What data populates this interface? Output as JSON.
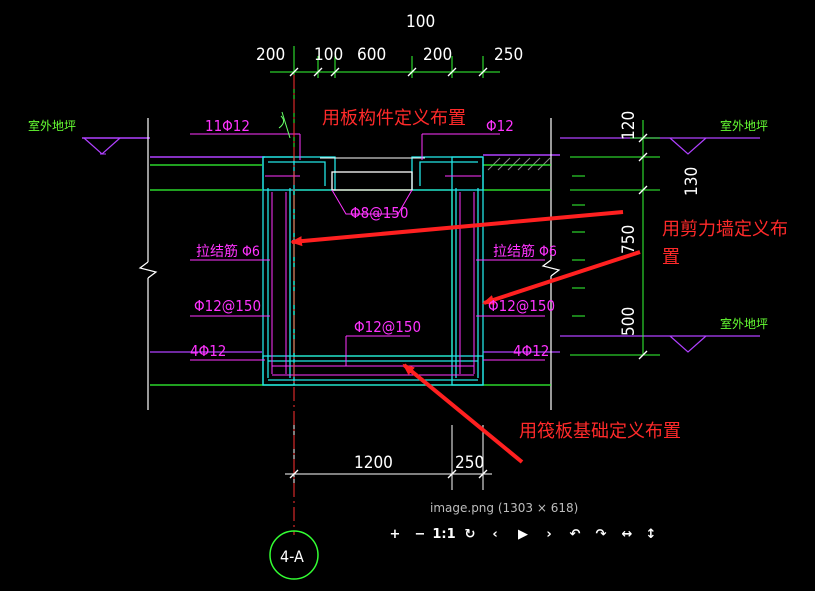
{
  "dimensions": {
    "top_overall": "100",
    "top_left": "200",
    "top_a": "100",
    "top_b": "600",
    "top_c": "200",
    "top_d": "250",
    "right_top": "120",
    "right_mid1": "130",
    "right_mid2": "750",
    "right_bot": "500",
    "bottom_main": "1200",
    "bottom_side": "250"
  },
  "rebar": {
    "top_left": "11Φ12",
    "top_right": "Φ12",
    "slab_opening": "Φ8@150",
    "left_tie": "拉结筋 Φ6",
    "right_tie": "拉结筋 Φ6",
    "left_wall": "Φ12@150",
    "right_wall": "Φ12@150",
    "base": "Φ12@150",
    "left_corner": "4Φ12",
    "right_corner": "4Φ12"
  },
  "ground_labels": {
    "left": "室外地坪",
    "right_top": "室外地坪",
    "right_bottom": "室外地坪"
  },
  "annotations": {
    "slab": "用板构件定义布置",
    "shear_wall_line1": "用剪力墙定义布",
    "shear_wall_line2": "置",
    "raft": "用筏板基础定义布置"
  },
  "section_marker": "4-A",
  "viewer": {
    "caption": "image.png (1303 × 618)",
    "tools": [
      {
        "name": "zoom-in-icon",
        "glyph": "+"
      },
      {
        "name": "zoom-out-icon",
        "glyph": "−"
      },
      {
        "name": "actual-size-button",
        "glyph": "1:1"
      },
      {
        "name": "reset-icon",
        "glyph": "↻"
      },
      {
        "name": "previous-icon",
        "glyph": "‹"
      },
      {
        "name": "play-icon",
        "glyph": "▶"
      },
      {
        "name": "next-icon",
        "glyph": "›"
      },
      {
        "name": "rotate-left-icon",
        "glyph": "↶"
      },
      {
        "name": "rotate-right-icon",
        "glyph": "↷"
      },
      {
        "name": "flip-horizontal-icon",
        "glyph": "↔"
      },
      {
        "name": "flip-vertical-icon",
        "glyph": "↕"
      }
    ]
  }
}
